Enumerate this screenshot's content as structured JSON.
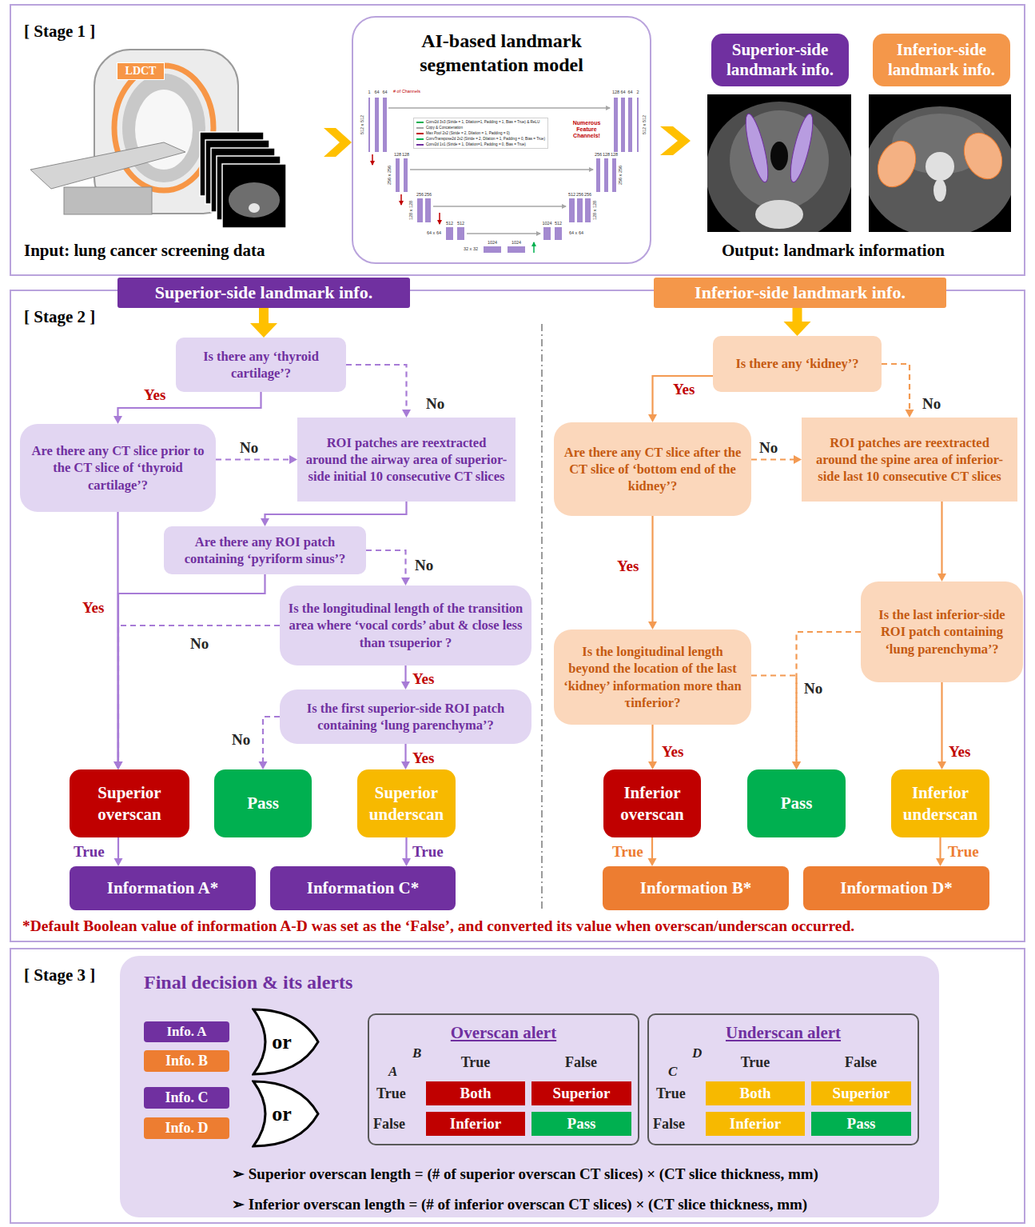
{
  "diagram": {
    "nodes": [
      {
        "text": [
          "[ Stage 1 ]"
        ]
      },
      {
        "text": [
          "LDCT"
        ],
        "in": 0
      },
      {
        "text": [
          "AI-based landmark segmentation model"
        ],
        "in": 0
      },
      {
        "text": [
          "Superior-side landmark info."
        ],
        "in": 0
      },
      {
        "text": [
          "Inferior-side landmark info."
        ],
        "in": 0
      },
      {
        "text": [
          "[ Stage 2 ]"
        ]
      },
      {
        "text": [
          "Superior-side landmark info."
        ],
        "in": 5
      },
      {
        "text": [
          "Inferior-side landmark info."
        ],
        "in": 5
      },
      {
        "text": [
          "Is there any ‘thyroid cartilage’?"
        ],
        "in": 5
      },
      {
        "text": [
          "Are there any CT slice prior to the CT slice of ‘thyroid cartilage’?"
        ],
        "in": 5
      },
      {
        "text": [
          "ROI patches are reextracted around the airway area of superior-side initial 10 consecutive CT slices"
        ],
        "in": 5
      },
      {
        "text": [
          "Are there any ROI patch containing ‘pyriform sinus’?"
        ],
        "in": 5
      },
      {
        "text": [
          "Is the longitudinal length of the transition area where ‘vocal cords’ abut & close less than τsuperior ?"
        ],
        "in": 5
      },
      {
        "text": [
          "Is the first superior-side ROI patch containing ‘lung parenchyma’?"
        ],
        "in": 5
      },
      {
        "text": [
          "Superior overscan"
        ],
        "in": 5
      },
      {
        "text": [
          "Pass"
        ],
        "in": 5
      },
      {
        "text": [
          "Superior underscan"
        ],
        "in": 5
      },
      {
        "text": [
          "Information A*"
        ],
        "in": 5
      },
      {
        "text": [
          "Information C*"
        ],
        "in": 5
      },
      {
        "text": [
          "Is there any ‘kidney’?"
        ],
        "in": 5
      },
      {
        "text": [
          "Are there any CT slice after the CT slice of ‘bottom end of the kidney’?"
        ],
        "in": 5
      },
      {
        "text": [
          "ROI patches are reextracted around the spine area of inferior-side last 10 consecutive CT slices"
        ],
        "in": 5
      },
      {
        "text": [
          "Is the longitudinal length beyond the location of the last ‘kidney’ information more than τinferior?"
        ],
        "in": 5
      },
      {
        "text": [
          "Is the last inferior-side ROI patch containing ‘lung parenchyma’?"
        ],
        "in": 5
      },
      {
        "text": [
          "Inferior overscan"
        ],
        "in": 5
      },
      {
        "text": [
          "Pass"
        ],
        "in": 5
      },
      {
        "text": [
          "Inferior underscan"
        ],
        "in": 5
      },
      {
        "text": [
          "Information B*"
        ],
        "in": 5
      },
      {
        "text": [
          "Information D*"
        ],
        "in": 5
      },
      {
        "text": [
          "[ Stage 3 ]"
        ]
      },
      {
        "text": [
          "Final decision & its alerts"
        ],
        "in": 29
      },
      {
        "text": [
          "Info. A"
        ],
        "in": 30
      },
      {
        "text": [
          "Info. B"
        ],
        "in": 30
      },
      {
        "text": [
          "Info. C"
        ],
        "in": 30
      },
      {
        "text": [
          "Info. D"
        ],
        "in": 30
      },
      {
        "text": [
          "or"
        ],
        "in": 30
      },
      {
        "text": [
          "or"
        ],
        "in": 30
      },
      {
        "text": [
          "Overscan alert"
        ],
        "in": 30
      },
      {
        "text": [
          "Both"
        ],
        "in": 37
      },
      {
        "text": [
          "Superior"
        ],
        "in": 37
      },
      {
        "text": [
          "Inferior"
        ],
        "in": 37
      },
      {
        "text": [
          "Pass"
        ],
        "in": 37
      },
      {
        "text": [
          "Underscan alert"
        ],
        "in": 30
      },
      {
        "text": [
          "Both"
        ],
        "in": 42
      },
      {
        "text": [
          "Superior"
        ],
        "in": 42
      },
      {
        "text": [
          "Inferior"
        ],
        "in": 42
      },
      {
        "text": [
          "Pass"
        ],
        "in": 42
      }
    ],
    "edges": [
      {
        "from": 6,
        "to": 8,
        "arrow": "to"
      },
      {
        "from": 7,
        "to": 19,
        "arrow": "to"
      },
      {
        "from": 8,
        "to": 9,
        "arrow": "to",
        "label": "Yes"
      },
      {
        "from": 8,
        "to": 10,
        "arrow": "to",
        "label": "No"
      },
      {
        "from": 9,
        "to": 10,
        "arrow": "to",
        "label": "No"
      },
      {
        "from": 9,
        "to": 14,
        "arrow": "to"
      },
      {
        "from": 10,
        "to": 11,
        "arrow": "to"
      },
      {
        "from": 11,
        "to": 14,
        "arrow": "to",
        "label": "Yes"
      },
      {
        "from": 11,
        "to": 12,
        "arrow": "to",
        "label": "No"
      },
      {
        "from": 12,
        "to": 14,
        "arrow": "to",
        "label": "No"
      },
      {
        "from": 12,
        "to": 13,
        "arrow": "to",
        "label": "Yes"
      },
      {
        "from": 13,
        "to": 15,
        "arrow": "to",
        "label": "No"
      },
      {
        "from": 13,
        "to": 16,
        "arrow": "to",
        "label": "Yes"
      },
      {
        "from": 14,
        "to": 17,
        "arrow": "to",
        "label": "True"
      },
      {
        "from": 16,
        "to": 18,
        "arrow": "to",
        "label": "True"
      },
      {
        "from": 19,
        "to": 20,
        "arrow": "to",
        "label": "Yes"
      },
      {
        "from": 19,
        "to": 21,
        "arrow": "to",
        "label": "No"
      },
      {
        "from": 20,
        "to": 21,
        "arrow": "to",
        "label": "No"
      },
      {
        "from": 20,
        "to": 22,
        "arrow": "to",
        "label": "Yes"
      },
      {
        "from": 21,
        "to": 23,
        "arrow": "to"
      },
      {
        "from": 22,
        "to": 24,
        "arrow": "to",
        "label": "Yes"
      },
      {
        "from": 22,
        "to": 25,
        "arrow": "to",
        "label": "No"
      },
      {
        "from": 23,
        "to": 25,
        "arrow": "to"
      },
      {
        "from": 23,
        "to": 26,
        "arrow": "to",
        "label": "Yes"
      },
      {
        "from": 24,
        "to": 27,
        "arrow": "to",
        "label": "True"
      },
      {
        "from": 26,
        "to": 28,
        "arrow": "to",
        "label": "True"
      },
      {
        "from": 31,
        "to": 35,
        "arrow": "to"
      },
      {
        "from": 32,
        "to": 35,
        "arrow": "to"
      },
      {
        "from": 33,
        "to": 36,
        "arrow": "to"
      },
      {
        "from": 34,
        "to": 36,
        "arrow": "to"
      },
      {
        "from": 35,
        "to": 37,
        "arrow": "to"
      },
      {
        "from": 36,
        "to": 42,
        "arrow": "to"
      }
    ],
    "labels": [
      "Input: lung cancer screening data",
      "Output: landmark information",
      "1",
      "64",
      "64",
      "# of Channels",
      "512 x 512",
      "128",
      "64",
      "64",
      "2",
      "512 x 512",
      "128",
      "128",
      "256 x 256",
      "256",
      "128",
      "128",
      "256 x 256",
      "256",
      "256",
      "128 x 128",
      "512",
      "256",
      "256",
      "128 x 128",
      "512",
      "512",
      "64 x 64",
      "1024",
      "512",
      "64 x 64",
      "1024",
      "1024",
      "32 x 32",
      "Numerous Feature Channels!",
      "*Default Boolean value of information A-D was set as the ‘False’, and converted its value when overscan/underscan occurred.",
      "A",
      "B",
      "True",
      "False",
      "True",
      "False",
      "C",
      "D",
      "True",
      "False",
      "True",
      "False",
      "➢ Superior overscan length = (# of superior overscan CT slices) × (CT slice thickness, mm)",
      "➢ Inferior overscan length = (# of inferior overscan CT slices) × (CT slice thickness, mm)"
    ],
    "legend": [
      {
        "text": "Conv2d 3x3 (Stride = 1, Dilation=1, Padding = 1, Bias = True) & ReLU",
        "color": "#00b050"
      },
      {
        "text": "Copy & Concatenation",
        "color": "#a6a6a6"
      },
      {
        "text": "Max Pool 2x2 (Stride = 2, Dilation = 1, Padding = 0)",
        "color": "#c00000"
      },
      {
        "text": "ConvTranspose2d 2x2 (Stride = 2, Dilation = 1, Padding = 0, Bias = True)",
        "color": "#00b050"
      },
      {
        "text": "Conv2d 1x1 (Stride = 1, Dilation=1, Padding = 0, Bias = True)",
        "color": "#7030a0"
      }
    ]
  }
}
